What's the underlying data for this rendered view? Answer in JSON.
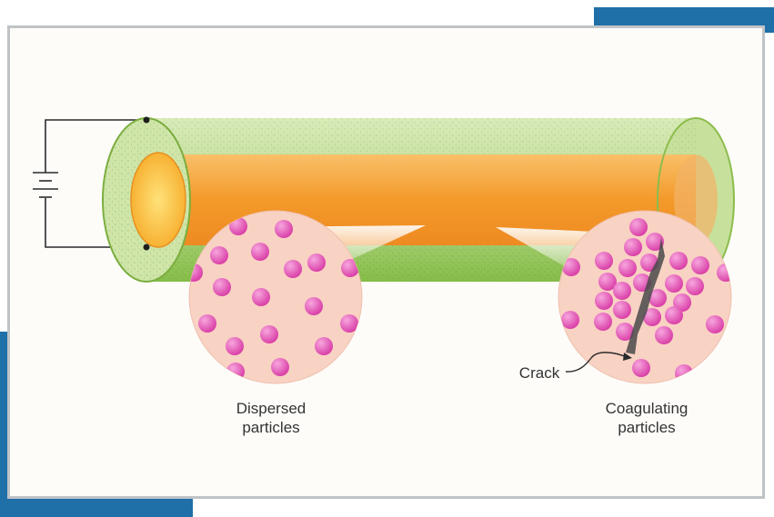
{
  "labels": {
    "dispersed_line1": "Dispersed",
    "dispersed_line2": "particles",
    "coagulating_line1": "Coagulating",
    "coagulating_line2": "particles",
    "crack": "Crack"
  },
  "colors": {
    "accent": "#1f6fa8",
    "tube_outer": "#a9cf73",
    "tube_inner": "#f39a2a",
    "particle": "#e55bb8",
    "magnifier": "#f8d2c3"
  }
}
